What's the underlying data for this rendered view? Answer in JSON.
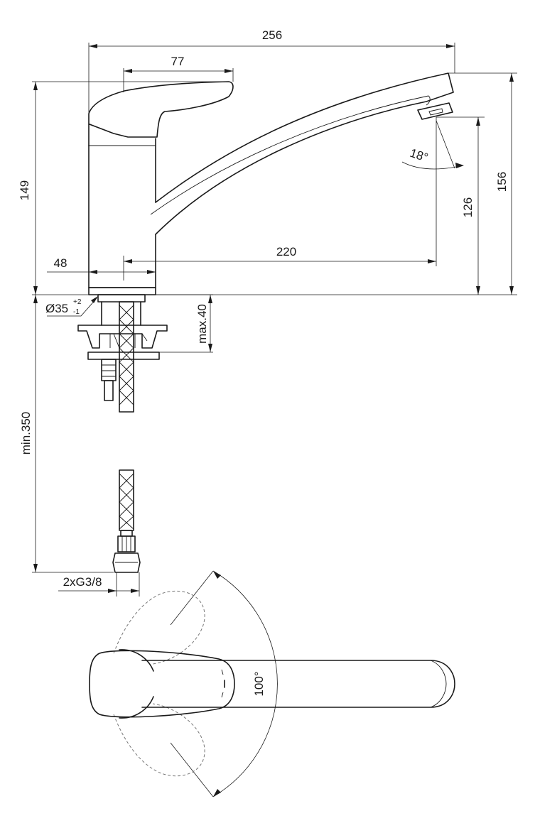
{
  "dimensions": {
    "overall_length": "256",
    "lever_length": "77",
    "body_height": "149",
    "total_height": "156",
    "spout_clearance": "126",
    "spout_reach": "220",
    "base_width": "48",
    "mount_hole": "Ø35",
    "mount_hole_tol_upper": "+2",
    "mount_hole_tol_lower": "-1",
    "max_deck_thickness": "max.40",
    "min_hose_length": "min.350",
    "connection_thread": "2xG3/8",
    "aerator_angle": "18°",
    "lever_swing_angle": "100°"
  }
}
